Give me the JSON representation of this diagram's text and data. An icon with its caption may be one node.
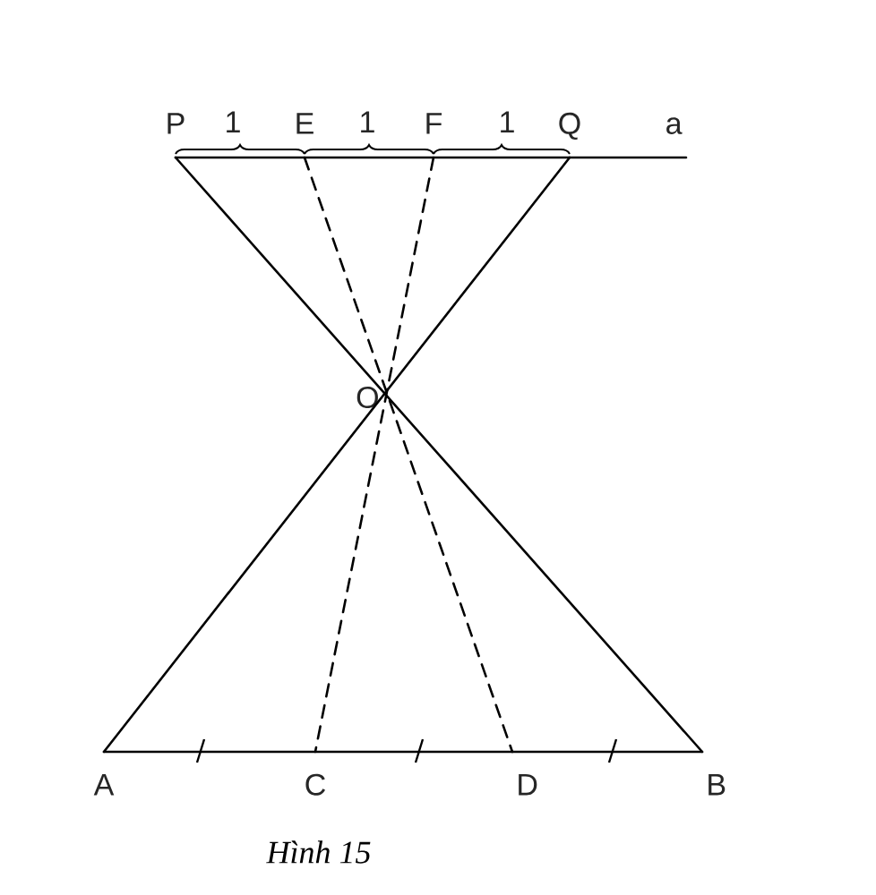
{
  "diagram": {
    "caption": "Hình 15",
    "nodes": [
      {
        "text": [
          "P"
        ]
      },
      {
        "text": [
          "E"
        ]
      },
      {
        "text": [
          "F"
        ]
      },
      {
        "text": [
          "Q"
        ]
      },
      {
        "text": [
          "a"
        ]
      },
      {
        "text": [
          "O"
        ]
      },
      {
        "text": [
          "A"
        ]
      },
      {
        "text": [
          "C"
        ]
      },
      {
        "text": [
          "D"
        ]
      },
      {
        "text": [
          "B"
        ]
      }
    ],
    "edges": [
      {
        "from": 0,
        "to": 4,
        "arrow": "none"
      },
      {
        "from": 0,
        "to": 9,
        "arrow": "none"
      },
      {
        "from": 3,
        "to": 6,
        "arrow": "none"
      },
      {
        "from": 1,
        "to": 8,
        "arrow": "none",
        "style": "dashed"
      },
      {
        "from": 2,
        "to": 7,
        "arrow": "none",
        "style": "dashed"
      },
      {
        "from": 6,
        "to": 9,
        "arrow": "none"
      }
    ],
    "labels": [
      "1",
      "1",
      "1"
    ]
  }
}
